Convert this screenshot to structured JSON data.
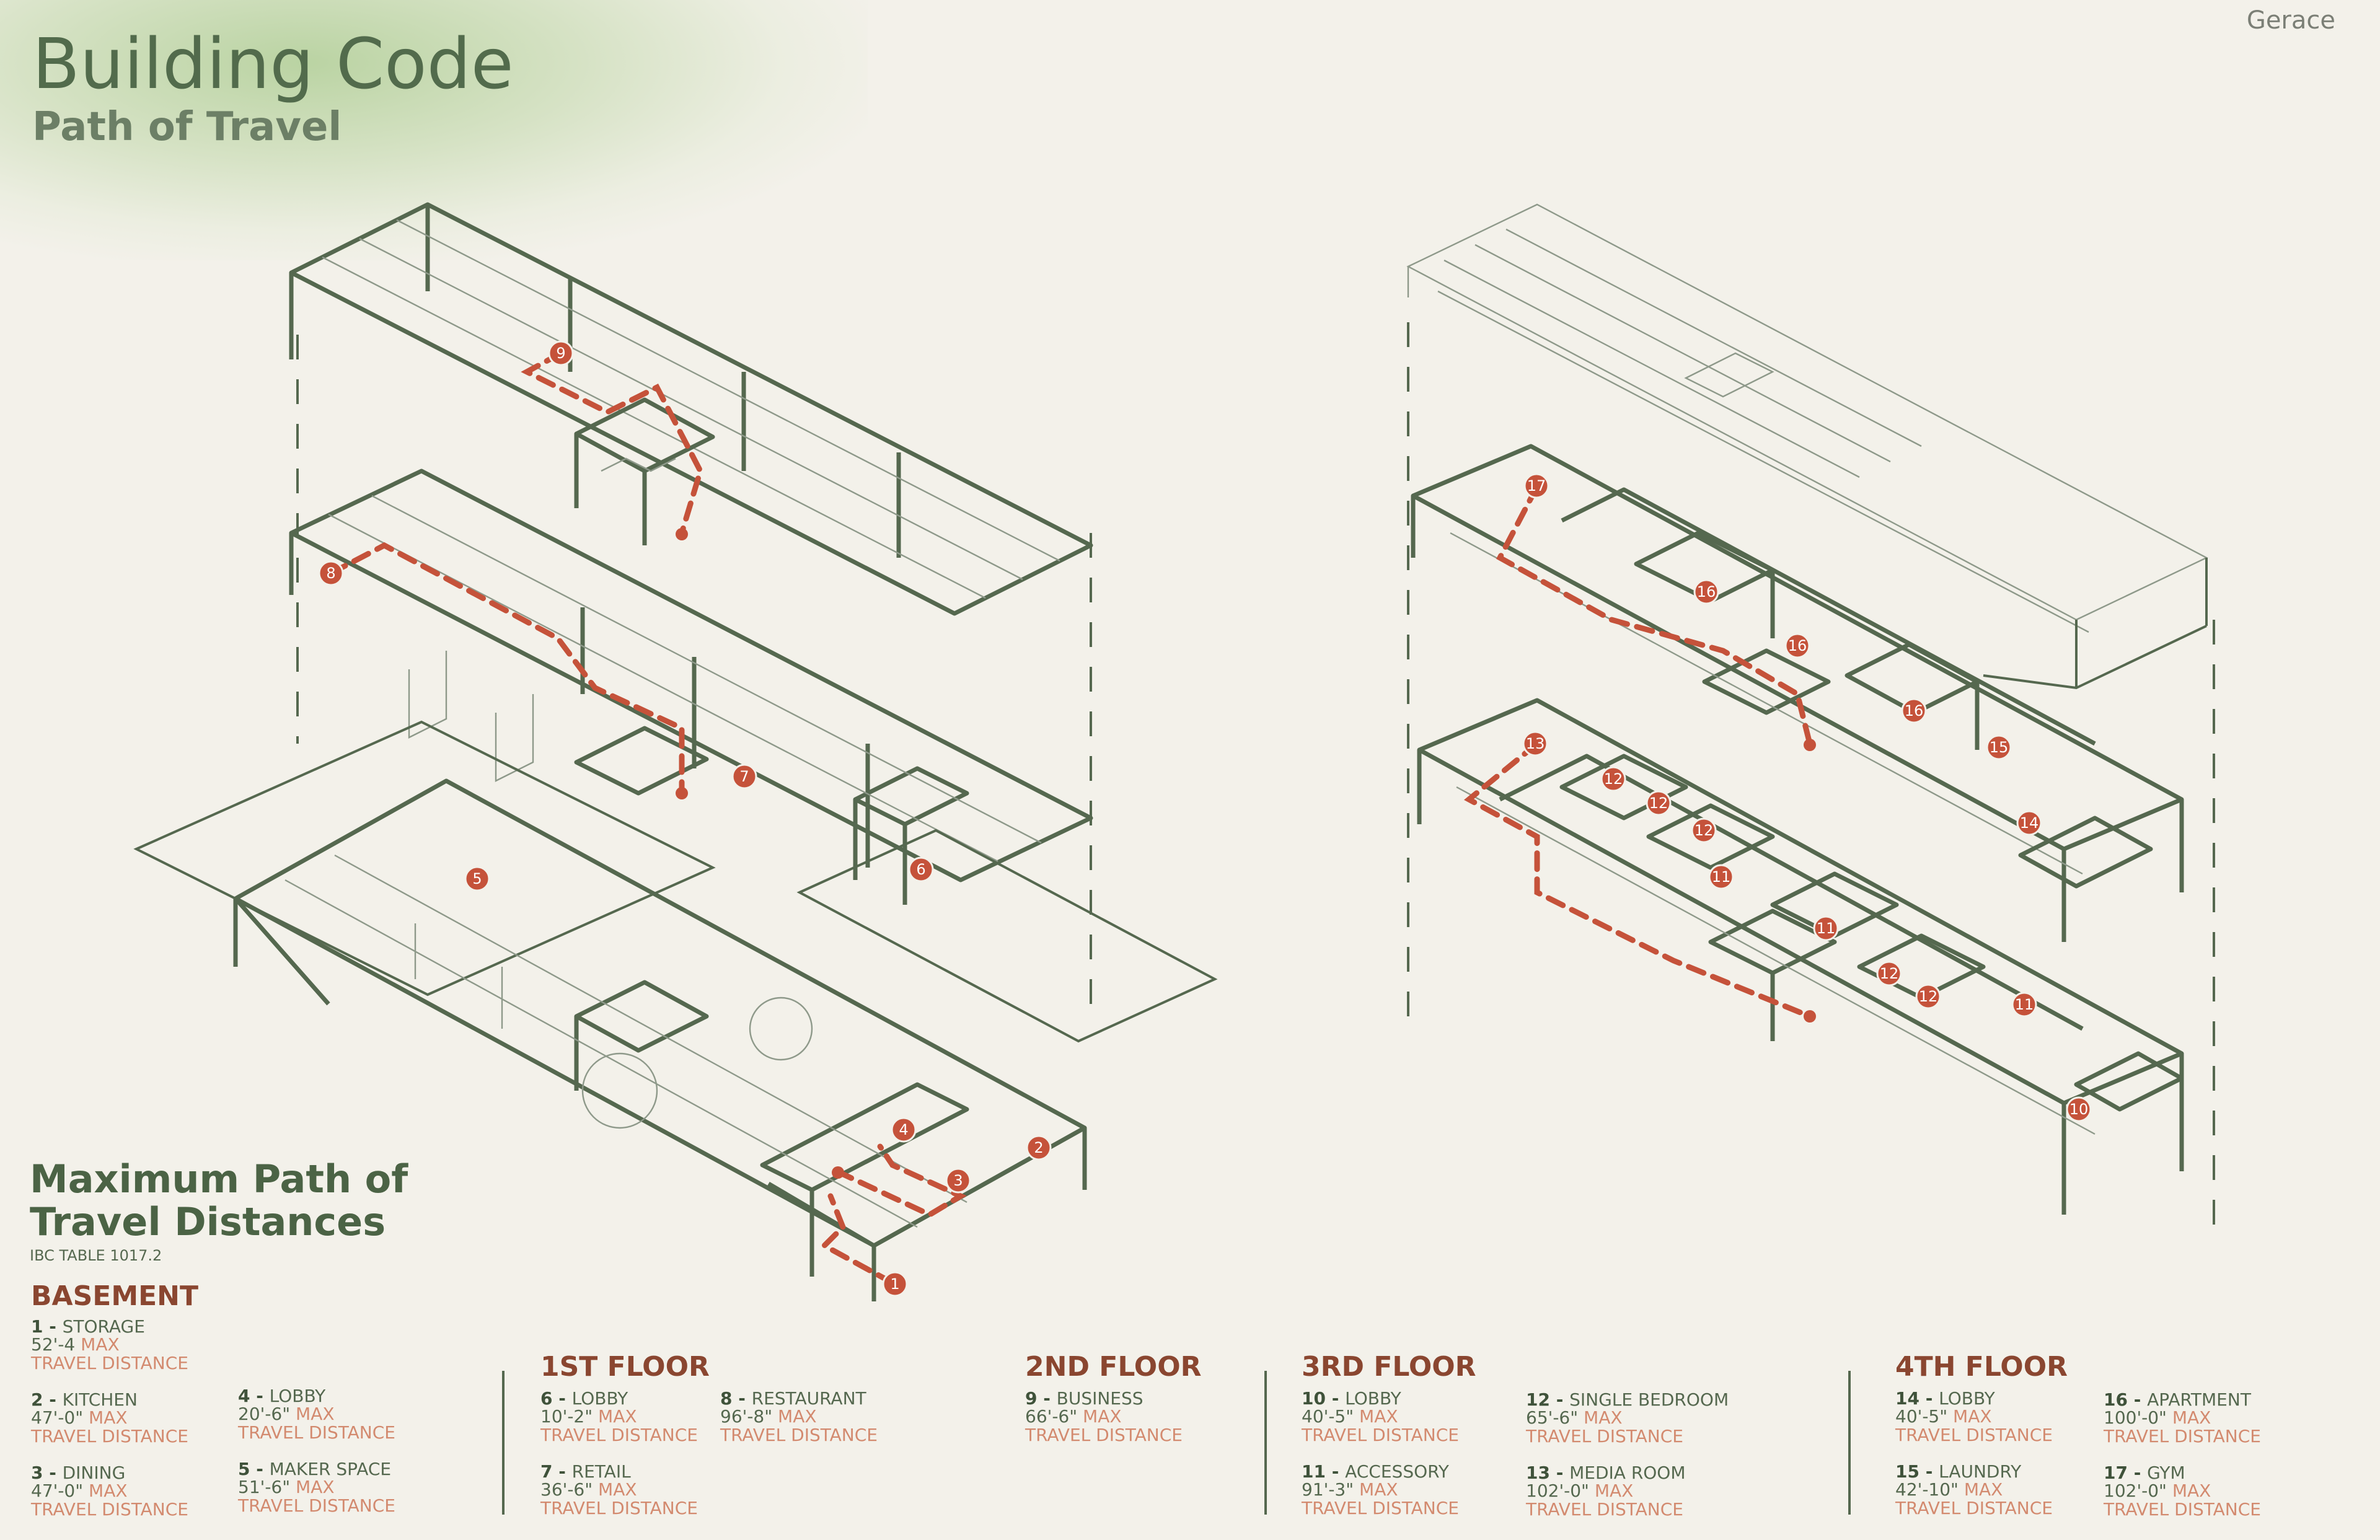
{
  "header": {
    "title": "Building Code",
    "subtitle": "Path of Travel",
    "author": "Gerace"
  },
  "legend": {
    "title_line1": "Maximum Path of",
    "title_line2": "Travel Distances",
    "reference": "IBC TABLE 1017.2",
    "max_word": "MAX",
    "travel_label": "TRAVEL DISTANCE",
    "floors": [
      {
        "name": "BASEMENT",
        "entries": [
          {
            "num": "1",
            "name": "STORAGE",
            "distance": "52'-4"
          },
          {
            "num": "2",
            "name": "KITCHEN",
            "distance": "47'-0\""
          },
          {
            "num": "3",
            "name": "DINING",
            "distance": "47'-0\""
          },
          {
            "num": "4",
            "name": "LOBBY",
            "distance": "20'-6\""
          },
          {
            "num": "5",
            "name": "MAKER SPACE",
            "distance": "51'-6\""
          }
        ]
      },
      {
        "name": "1ST FLOOR",
        "entries": [
          {
            "num": "6",
            "name": "LOBBY",
            "distance": "10'-2\""
          },
          {
            "num": "7",
            "name": "RETAIL",
            "distance": "36'-6\""
          },
          {
            "num": "8",
            "name": "RESTAURANT",
            "distance": "96'-8\""
          }
        ]
      },
      {
        "name": "2ND FLOOR",
        "entries": [
          {
            "num": "9",
            "name": "BUSINESS",
            "distance": "66'-6\""
          }
        ]
      },
      {
        "name": "3RD FLOOR",
        "entries": [
          {
            "num": "10",
            "name": "LOBBY",
            "distance": "40'-5\""
          },
          {
            "num": "11",
            "name": "ACCESSORY",
            "distance": "91'-3\""
          },
          {
            "num": "12",
            "name": "SINGLE BEDROOM",
            "distance": "65'-6\""
          },
          {
            "num": "13",
            "name": "MEDIA ROOM",
            "distance": "102'-0\""
          }
        ]
      },
      {
        "name": "4TH FLOOR",
        "entries": [
          {
            "num": "14",
            "name": "LOBBY",
            "distance": "40'-5\""
          },
          {
            "num": "15",
            "name": "LAUNDRY",
            "distance": "42'-10\""
          },
          {
            "num": "16",
            "name": "APARTMENT",
            "distance": "100'-0\""
          },
          {
            "num": "17",
            "name": "GYM",
            "distance": "102'-0\""
          }
        ]
      }
    ]
  },
  "markers": [
    "1",
    "2",
    "3",
    "4",
    "5",
    "6",
    "7",
    "8",
    "9",
    "10",
    "11",
    "12",
    "13",
    "14",
    "15",
    "16",
    "17"
  ],
  "colors": {
    "accent_path": "#c5523a",
    "wall": "#55684f",
    "heading": "#8a4630",
    "background": "#f3f1ea"
  }
}
